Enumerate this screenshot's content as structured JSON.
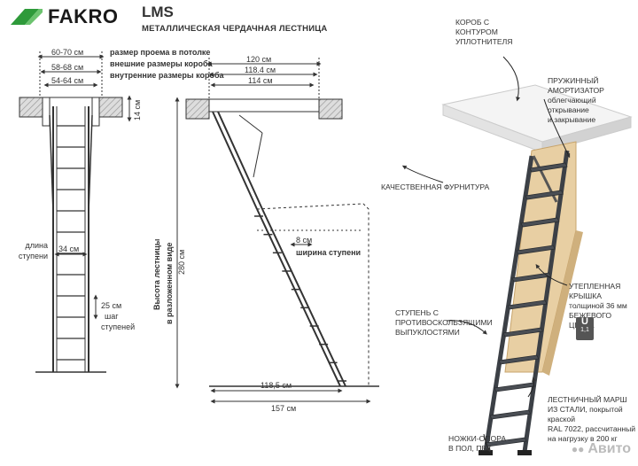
{
  "brand": {
    "name": "FAKRO",
    "model": "LMS",
    "subtitle": "МЕТАЛЛИЧЕСКАЯ ЧЕРДАЧНАЯ ЛЕСТНИЦА"
  },
  "front_view": {
    "dim_outer": "60-70 см",
    "dim_mid": "58-68 см",
    "dim_inner": "54-64 см",
    "legend_1": "размер проема в потолке",
    "legend_2": "внешние размеры короба",
    "legend_3": "внутренние размеры короба",
    "box_height": "14 см",
    "step_length_label_1": "длина",
    "step_length_label_2": "ступени",
    "step_length": "34 см",
    "step_pitch": "25 см",
    "step_pitch_label_1": "шаг",
    "step_pitch_label_2": "ступеней"
  },
  "side_view": {
    "dim_top_1": "120 см",
    "dim_top_2": "118.4 см",
    "dim_top_3": "114 см",
    "step_width": "8 см",
    "step_width_label": "ширина ступени",
    "height_label_1": "Высота лестницы",
    "height_label_2": "в разложенном виде",
    "height_value": "280 см",
    "dim_bottom_1": "118,5 см",
    "dim_bottom_2": "157 см"
  },
  "photo_notes": {
    "box_1": "КОРОБ С",
    "box_2": "КОНТУРОМ",
    "box_3": "УПЛОТНИТЕЛЯ",
    "spring_1": "ПРУЖИННЫЙ АМОРТИЗАТОР",
    "spring_2": "облегчающий открывание",
    "spring_3": "и закрывание",
    "hardware": "КАЧЕСТВЕННАЯ ФУРНИТУРА",
    "lid_1": "УТЕПЛЕННАЯ КРЫШКА",
    "lid_2": "толщиной 36 мм",
    "lid_3": "БЕЖЕВОГО ЦВЕТА",
    "u_value": "1,1",
    "steps_1": "СТУПЕНЬ С",
    "steps_2": "ПРОТИВОСКОЛЬЗЯЩИМИ",
    "steps_3": "ВЫПУКЛОСТЯМИ",
    "flight_1": "ЛЕСТНИЧНЫЙ МАРШ",
    "flight_2": "ИЗ СТАЛИ, покрытой краской",
    "flight_3": "RAL 7022, рассчитанный",
    "flight_4": "на нагрузку в 200 кг",
    "feet_1": "НОЖКИ-ОПОРА",
    "feet_2": "В ПОЛ, ПВХ"
  },
  "watermark": "Авито",
  "colors": {
    "brand_green": "#2e9a3a",
    "ladder": "#3c4046",
    "wood": "#e8cfa3",
    "ceiling": "#cfcfcf"
  }
}
